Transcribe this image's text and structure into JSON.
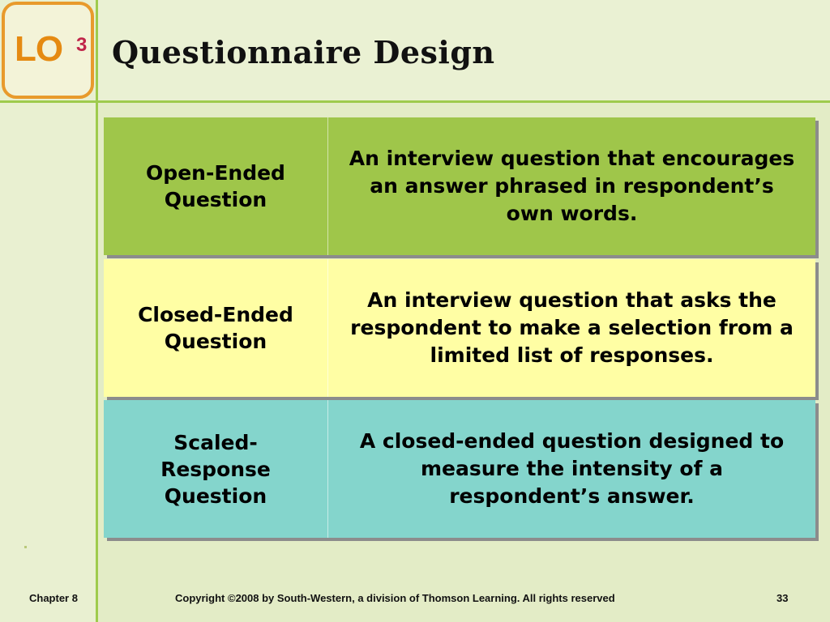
{
  "badge": {
    "text": "LO",
    "number": "3"
  },
  "title": "Questionnaire Design",
  "rows": [
    {
      "term": "Open-Ended Question",
      "definition": "An interview question that encourages an answer phrased in respondent’s own words.",
      "color": "#9fc64a"
    },
    {
      "term": "Closed-Ended Question",
      "definition": "An interview question that asks the respondent to make a selection from a limited list of responses.",
      "color": "#fffea4"
    },
    {
      "term": "Scaled-Response Question",
      "definition": "A closed-ended question designed to measure the intensity of a respondent’s answer.",
      "color": "#84d5cc"
    }
  ],
  "footer": {
    "chapter": "Chapter 8",
    "copyright": "Copyright ©2008 by South-Western, a division of Thomson Learning.  All rights reserved",
    "page": "33"
  },
  "colors": {
    "accent_green": "#9ecb4d",
    "badge_orange": "#e89a2c",
    "badge_number": "#c0254a",
    "background": "#e3ecc6"
  }
}
